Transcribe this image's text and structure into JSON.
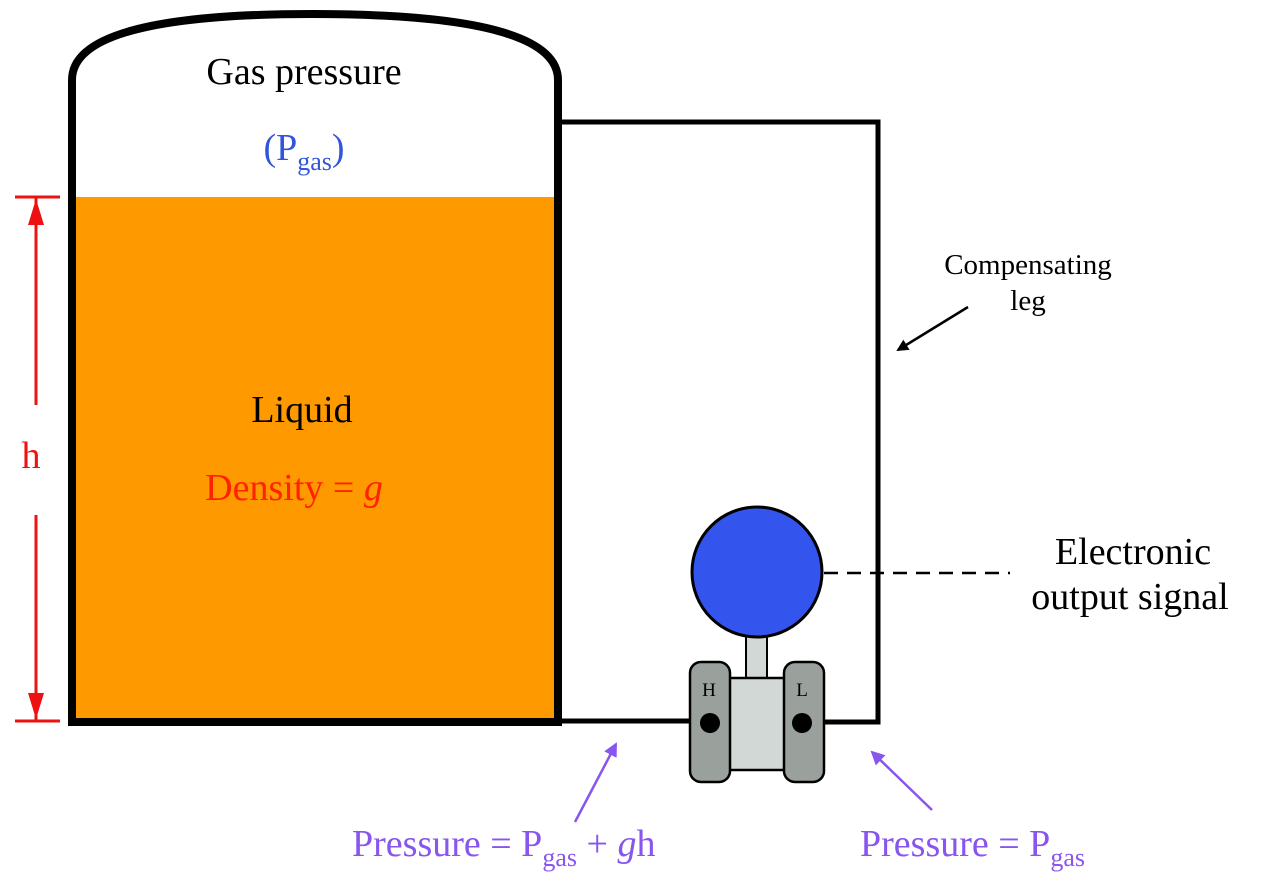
{
  "gas": {
    "label": "Gas pressure",
    "symbol_open": "(P",
    "symbol_sub": "gas",
    "symbol_close": ")"
  },
  "liquid": {
    "label": "Liquid",
    "density_prefix": "Density = ",
    "density_symbol": "g"
  },
  "height_label": "h",
  "compensating_leg": {
    "line1": "Compensating",
    "line2": "leg"
  },
  "output_signal": {
    "line1": "Electronic",
    "line2": "output signal"
  },
  "transmitter": {
    "high_port": "H",
    "low_port": "L"
  },
  "pressure_high": {
    "prefix": "Pressure = P",
    "sub": "gas",
    "plus": " + ",
    "g": "g",
    "h": "h"
  },
  "pressure_low": {
    "prefix": "Pressure = P",
    "sub": "gas"
  },
  "colors": {
    "liquid": "#ff9900",
    "gas_symbol": "#3355dd",
    "density": "#ff2200",
    "height": "#ee1111",
    "pressure": "#8855ee",
    "transmitter_head": "#3355ee",
    "capsule_side": "#9aa09c",
    "capsule_body": "#d2d8d6",
    "outline": "#000000"
  }
}
